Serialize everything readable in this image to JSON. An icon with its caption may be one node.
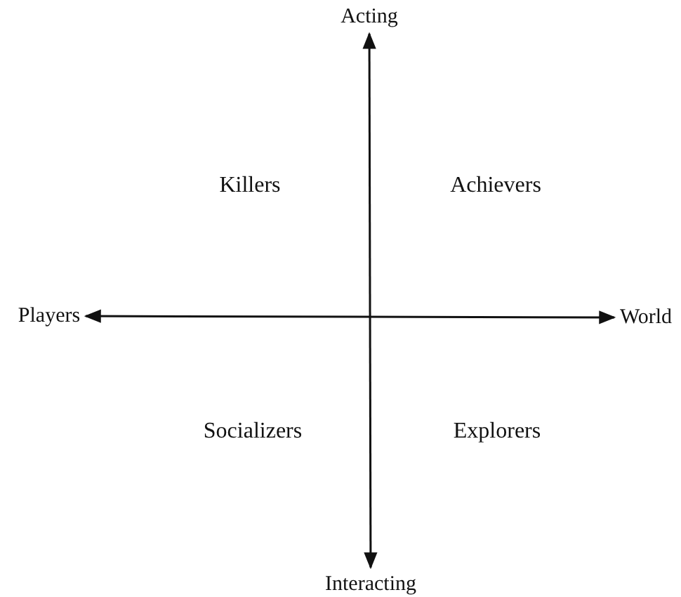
{
  "diagram": {
    "nodes": [
      {
        "text": [
          "Acting"
        ]
      },
      {
        "text": [
          "Players"
        ]
      },
      {
        "text": [
          "World"
        ]
      },
      {
        "text": [
          "Interacting"
        ]
      }
    ],
    "edges": [
      {
        "from": 1,
        "to": 2,
        "arrow": "both"
      },
      {
        "from": 0,
        "to": 3,
        "arrow": "both"
      }
    ],
    "labels": [
      "Killers",
      "Achievers",
      "Socializers",
      "Explorers"
    ]
  }
}
